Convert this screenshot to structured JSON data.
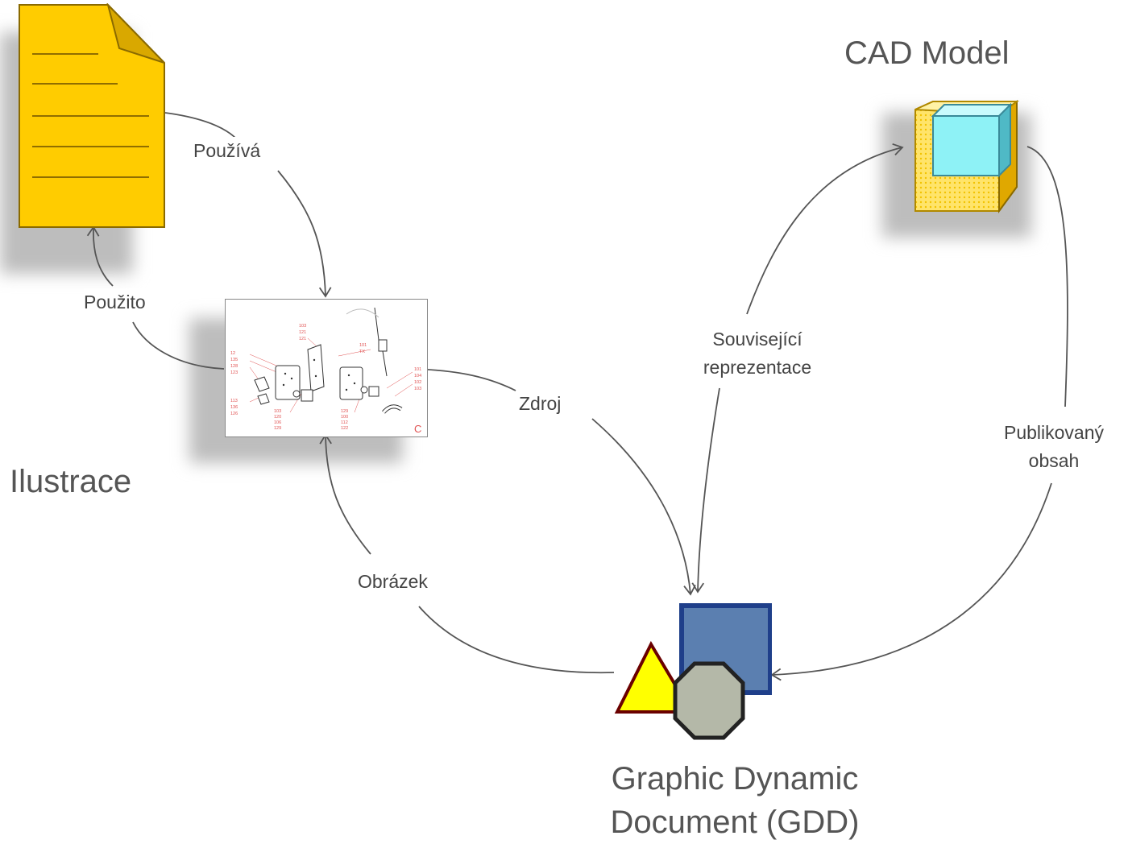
{
  "nodes": {
    "cad_model": {
      "label": "CAD Model",
      "icon": "cad-model-icon"
    },
    "illustration": {
      "label": "Ilustrace",
      "icon": "exploded-parts-drawing"
    },
    "document": {
      "label": "",
      "icon": "document-icon"
    },
    "gdd": {
      "line1": "Graphic Dynamic",
      "line2": "Document (GDD)",
      "icon": "gdd-shapes-icon"
    }
  },
  "edges": {
    "pouziva": "Používá",
    "pouzito": "Použito",
    "zdroj": "Zdroj",
    "obrazek": "Obrázek",
    "souvisejici_line1": "Související",
    "souvisejici_line2": "reprezentace",
    "publikovany_line1": "Publikovaný",
    "publikovany_line2": "obsah"
  },
  "drawing": {
    "callouts_top": [
      "103",
      "121",
      "121"
    ],
    "callouts_left": [
      "12",
      "135",
      "128",
      "123"
    ],
    "callouts_left_bottom": [
      "113",
      "136",
      "126"
    ],
    "callouts_mid": [
      "101",
      "TX"
    ],
    "callouts_center_bottom": [
      "103",
      "120",
      "106",
      "129"
    ],
    "callouts_right_bottom": [
      "129",
      "100",
      "112",
      "122"
    ],
    "callouts_right": [
      "101",
      "104",
      "102",
      "103"
    ],
    "corner_letter": "C"
  },
  "colors": {
    "document_fill": "#FFCC00",
    "document_fold": "#D9A800",
    "edge_stroke": "#555555",
    "gdd_blue": "#5B7FB0",
    "gdd_yellow": "#FFFF00",
    "gdd_gray": "#B4B8A8",
    "cad_cyan": "#8EF2F6",
    "drawing_red": "#E05050"
  }
}
